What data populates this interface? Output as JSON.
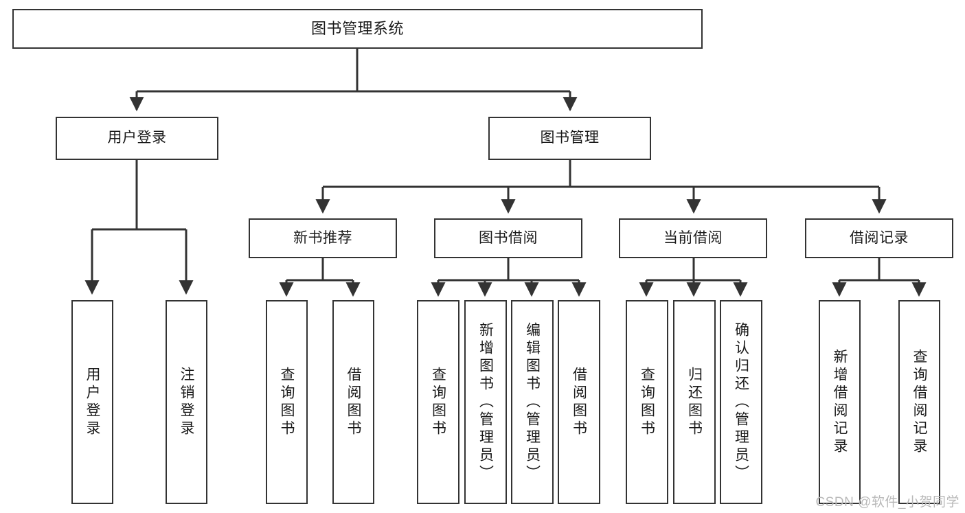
{
  "diagram": {
    "type": "tree",
    "title": "图书管理系统",
    "root": {
      "label": "图书管理系统"
    },
    "level2": [
      {
        "label": "用户登录"
      },
      {
        "label": "图书管理"
      }
    ],
    "level3": [
      {
        "label": "新书推荐"
      },
      {
        "label": "图书借阅"
      },
      {
        "label": "当前借阅"
      },
      {
        "label": "借阅记录"
      }
    ],
    "leaves": {
      "user_login": [
        {
          "label": "用户登录"
        },
        {
          "label": "注销登录"
        }
      ],
      "new_book_recommend": [
        {
          "label": "查询图书"
        },
        {
          "label": "借阅图书"
        }
      ],
      "book_borrow": [
        {
          "label": "查询图书"
        },
        {
          "label": "新增图书（管理员）"
        },
        {
          "label": "编辑图书（管理员）"
        },
        {
          "label": "借阅图书"
        }
      ],
      "current_borrow": [
        {
          "label": "查询图书"
        },
        {
          "label": "归还图书"
        },
        {
          "label": "确认归还（管理员）"
        }
      ],
      "borrow_record": [
        {
          "label": "新增借阅记录"
        },
        {
          "label": "查询借阅记录"
        }
      ]
    }
  },
  "colors": {
    "stroke": "#333333",
    "fill": "#ffffff",
    "text": "#1a1a1a",
    "watermark": "#b9b9b9"
  },
  "watermark": {
    "text": "CSDN @软件_小贺同学"
  }
}
